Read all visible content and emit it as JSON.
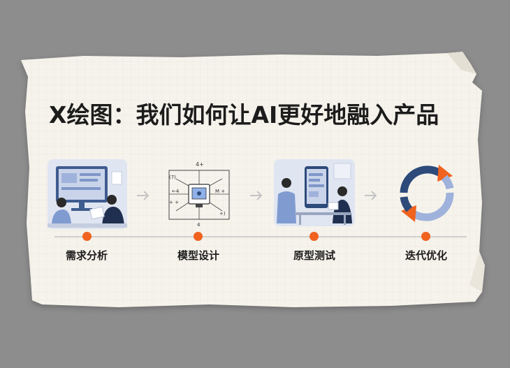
{
  "title": "X绘图：我们如何让AI更好地融入产品",
  "steps": [
    {
      "label": "需求分析",
      "icon": "team-at-monitor-icon"
    },
    {
      "label": "模型设计",
      "icon": "model-schematic-icon"
    },
    {
      "label": "原型测试",
      "icon": "mobile-prototype-test-icon"
    },
    {
      "label": "迭代优化",
      "icon": "cycle-arrows-icon"
    }
  ],
  "schematic_labels": {
    "top": "4+",
    "left_top": "(7)",
    "mid_left": "←4",
    "mid_right": "M +",
    "left_mid": "+ +",
    "right_low": "+)",
    "bottom": "4"
  },
  "colors": {
    "background": "#8d8d8d",
    "paper": "#f6f3ec",
    "accent": "#f0621e",
    "navy": "#2e4a7a",
    "light_blue": "#9fb2db",
    "timeline": "#cfcfcf"
  }
}
